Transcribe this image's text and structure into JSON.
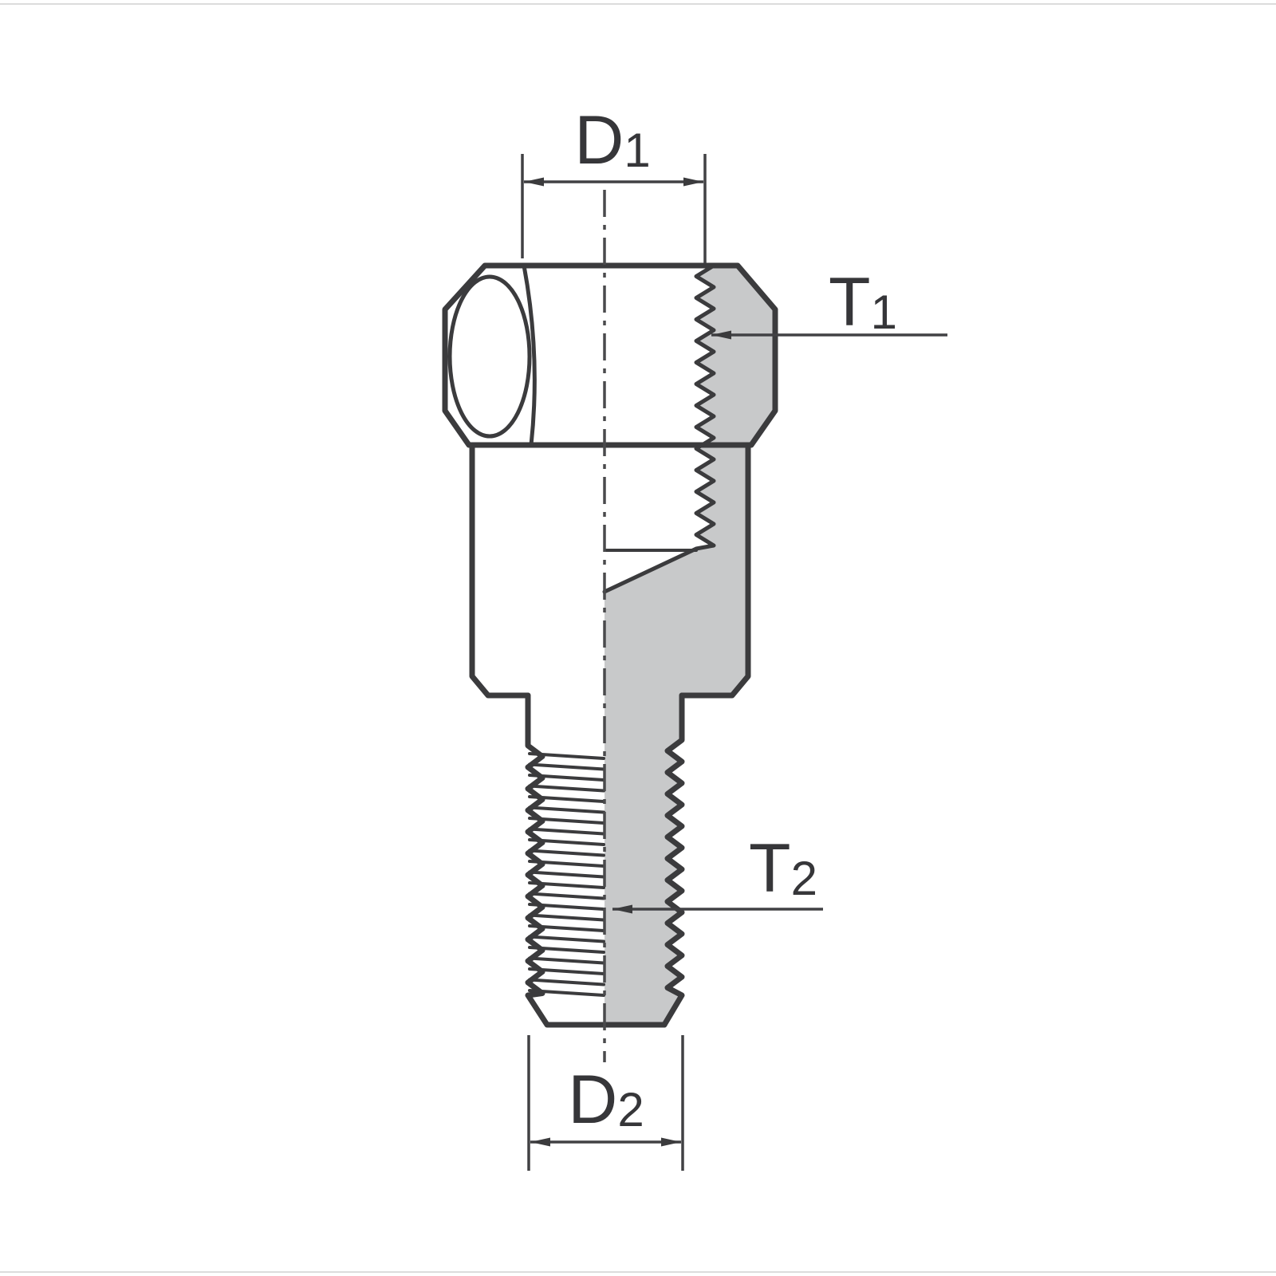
{
  "diagram": {
    "labels": {
      "d1": {
        "main": "D",
        "sub": "1"
      },
      "t1": {
        "main": "T",
        "sub": "1"
      },
      "t2": {
        "main": "T",
        "sub": "2"
      },
      "d2": {
        "main": "D",
        "sub": "2"
      }
    },
    "colors": {
      "outline": "#3b3b3d",
      "section_fill": "#c8c9ca",
      "background": "#ffffff"
    }
  }
}
